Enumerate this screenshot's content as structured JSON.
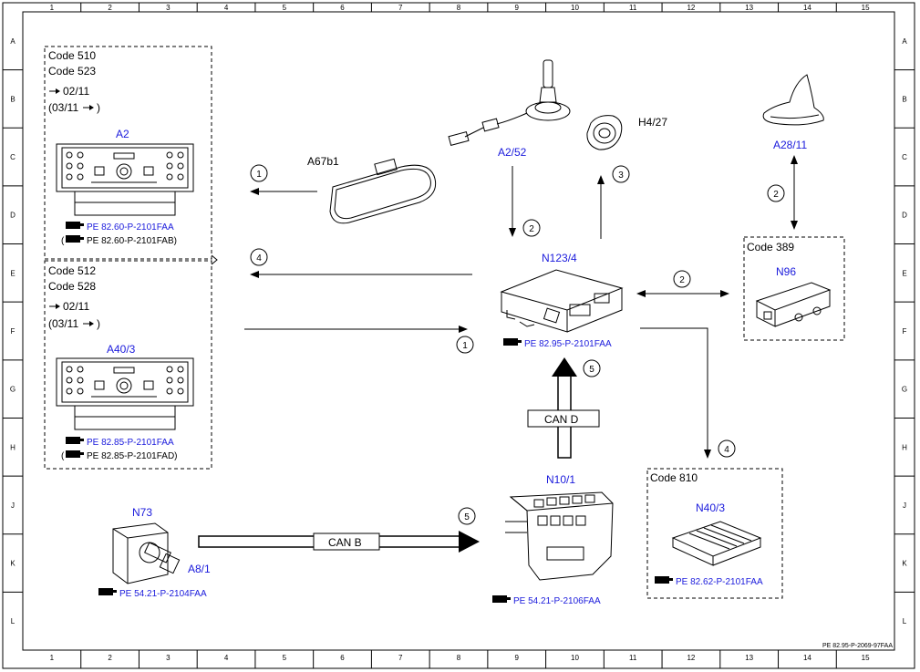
{
  "grid": {
    "cols": [
      "1",
      "2",
      "3",
      "4",
      "5",
      "6",
      "7",
      "8",
      "9",
      "10",
      "11",
      "12",
      "13",
      "14",
      "15"
    ],
    "rows": [
      "A",
      "B",
      "C",
      "D",
      "E",
      "F",
      "G",
      "H",
      "J",
      "K",
      "L"
    ]
  },
  "box_top": {
    "codes": [
      "Code 510",
      "Code 523"
    ],
    "date1": "02/11",
    "date2": "(03/11",
    "date2_end": ")",
    "unit": "A2",
    "ref1": "PE 82.60-P-2101FAA",
    "ref2_open": "(",
    "ref2": "PE 82.60-P-2101FAB)"
  },
  "box_bottom": {
    "codes": [
      "Code 512",
      "Code 528"
    ],
    "date1": "02/11",
    "date2": "(03/11",
    "date2_end": ")",
    "unit": "A40/3",
    "ref1": "PE 82.85-P-2101FAA",
    "ref2_open": "(",
    "ref2": "PE 82.85-P-2101FAD)"
  },
  "components": {
    "mirror": "A67b1",
    "antenna": "A2/52",
    "speaker": "H4/27",
    "shark_antenna": "A28/11",
    "main_unit": "N123/4",
    "main_ref": "PE 82.95-P-2101FAA",
    "code389": "Code 389",
    "n96": "N96",
    "n73": "N73",
    "a81": "A8/1",
    "n73_ref": "PE 54.21-P-2104FAA",
    "n10": "N10/1",
    "n10_ref": "PE 54.21-P-2106FAA",
    "code810": "Code 810",
    "n40": "N40/3",
    "n40_ref": "PE 82.62-P-2101FAA"
  },
  "buses": {
    "can_b": "CAN B",
    "can_d": "CAN D"
  },
  "callouts": [
    "1",
    "2",
    "3",
    "4",
    "5"
  ],
  "footer_ref": "PE 82.95-P-2069-97FAA"
}
